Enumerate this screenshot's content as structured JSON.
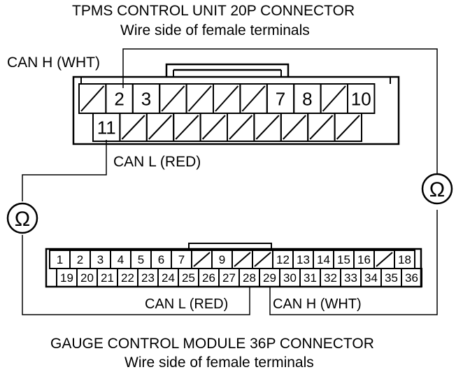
{
  "top_connector": {
    "title": "TPMS CONTROL UNIT 20P CONNECTOR",
    "subtitle": "Wire side of female terminals",
    "row1": [
      "",
      "2",
      "3",
      "",
      "",
      "",
      "",
      "7",
      "8",
      "",
      "10"
    ],
    "row2": [
      "11",
      "",
      "",
      "",
      "",
      "",
      "",
      "",
      "",
      ""
    ],
    "label_can_h": "CAN H (WHT)",
    "label_can_l": "CAN L (RED)"
  },
  "bottom_connector": {
    "title": "GAUGE CONTROL MODULE 36P CONNECTOR",
    "subtitle": "Wire side of female terminals",
    "row1": [
      "1",
      "2",
      "3",
      "4",
      "5",
      "6",
      "7",
      "",
      "9",
      "",
      "",
      "12",
      "13",
      "14",
      "15",
      "16",
      "",
      "18"
    ],
    "row2": [
      "19",
      "20",
      "21",
      "22",
      "23",
      "24",
      "25",
      "26",
      "27",
      "28",
      "29",
      "30",
      "31",
      "32",
      "33",
      "34",
      "35",
      "36"
    ],
    "label_can_l": "CAN L (RED)",
    "label_can_h": "CAN H (WHT)"
  },
  "meters": {
    "left_symbol": "Ω",
    "right_symbol": "Ω"
  }
}
